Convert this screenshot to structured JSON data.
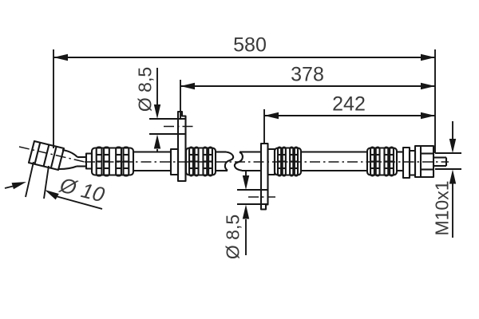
{
  "drawing": {
    "labels": {
      "overall_length": "580",
      "length_to_first_bracket": "378",
      "length_to_second_bracket": "242",
      "top_bracket_hole_diameter": "Ø 8,5",
      "bottom_bracket_hole_diameter": "Ø 8,5",
      "fitting_diameter": "Ø 10",
      "thread_size": "M10x1"
    },
    "colors": {
      "line": "#161616",
      "text": "#3a3a3a",
      "background": "#ffffff"
    }
  }
}
